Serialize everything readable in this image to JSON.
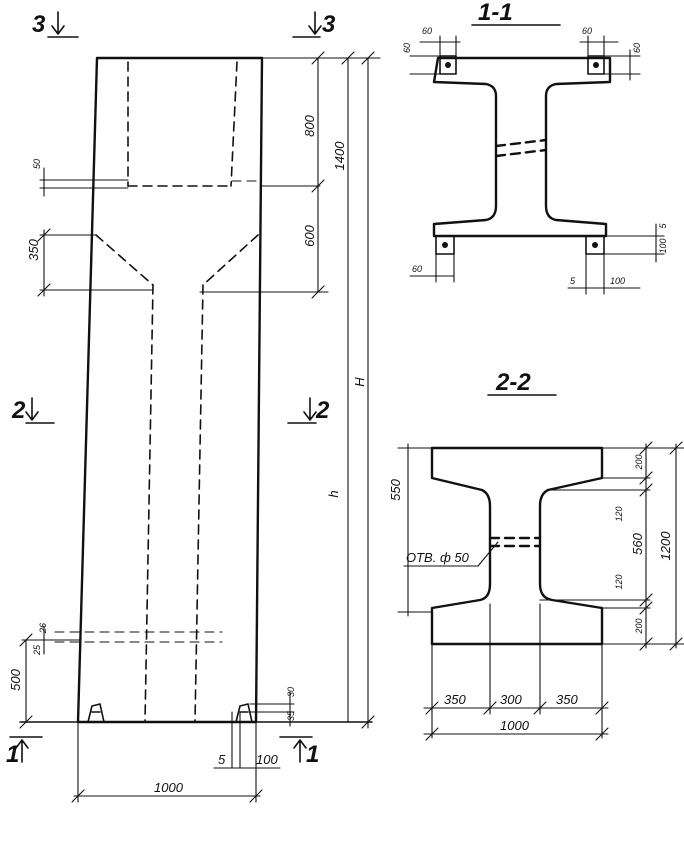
{
  "section_markers": {
    "top_left": "3",
    "top_right": "3",
    "mid_left": "2",
    "mid_right": "2",
    "bottom_left": "1",
    "bottom_right": "1"
  },
  "view_titles": {
    "section_1": "1-1",
    "section_2": "2-2"
  },
  "elevation_dims": {
    "top_depth": "800",
    "upper_total": "1400",
    "transition": "600",
    "overall_H": "H",
    "body_h": "h",
    "step_50": "50",
    "haunch_350": "350",
    "base_offset_500": "500",
    "hole_26": "26",
    "hole_25": "25",
    "base_30": "30",
    "base_35": "35",
    "anchor_5": "5",
    "anchor_100": "100",
    "width_1000": "1000"
  },
  "section_1_dims": {
    "top_left_60_h": "60",
    "top_left_60_v": "60",
    "top_right_60_h": "60",
    "top_right_60_v": "60",
    "bottom_left_60": "60",
    "bottom_right_5": "5",
    "bottom_right_100": "100",
    "right_5": "5",
    "right_100": "100"
  },
  "section_2_dims": {
    "flange_550": "550",
    "top_200": "200",
    "haunch_120_top": "120",
    "web_560": "560",
    "haunch_120_bottom": "120",
    "bottom_200": "200",
    "total_1200": "1200",
    "hole_label": "ОТВ. ф 50",
    "width_350_left": "350",
    "width_300": "300",
    "width_350_right": "350",
    "width_1000": "1000"
  }
}
